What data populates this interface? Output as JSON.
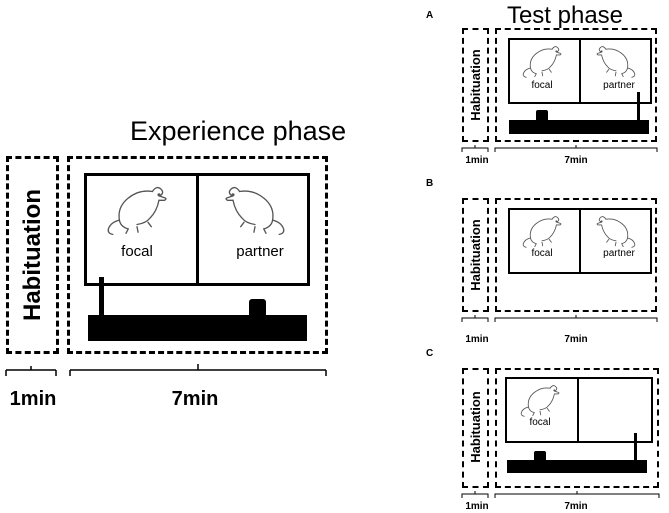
{
  "main": {
    "title": "Experience phase",
    "habituation_label": "Habituation",
    "focal_label": "focal",
    "partner_label": "partner",
    "time_hab": "1min",
    "time_phase": "7min"
  },
  "test": {
    "title": "Test phase",
    "panels": [
      {
        "letter": "A",
        "habituation_label": "Habituation",
        "focal_label": "focal",
        "partner_label": "partner",
        "time_hab": "1min",
        "time_phase": "7min"
      },
      {
        "letter": "B",
        "habituation_label": "Habituation",
        "focal_label": "focal",
        "partner_label": "partner",
        "time_hab": "1min",
        "time_phase": "7min"
      },
      {
        "letter": "C",
        "habituation_label": "Habituation",
        "focal_label": "focal",
        "time_hab": "1min",
        "time_phase": "7min"
      }
    ]
  },
  "icons": {
    "rat": "rat-icon",
    "lever": "lever-icon",
    "food_cup": "food-cup-icon"
  }
}
